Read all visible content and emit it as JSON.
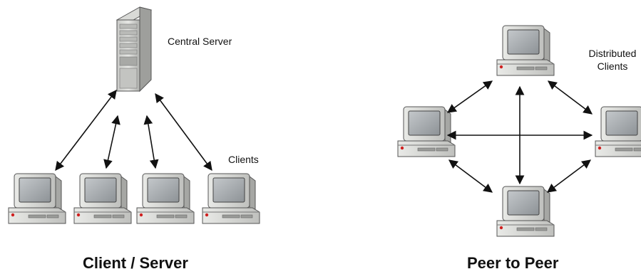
{
  "client_server": {
    "server_label": "Central Server",
    "clients_label": "Clients",
    "caption": "Client / Server"
  },
  "peer_to_peer": {
    "clients_label_line1": "Distributed",
    "clients_label_line2": "Clients",
    "caption": "Peer to Peer"
  },
  "colors": {
    "arrow": "#111111",
    "screen": "#a9adb0",
    "case": "#d8d9d6",
    "power_led": "#d02020"
  },
  "icons": [
    "server-tower-icon",
    "desktop-computer-icon"
  ]
}
